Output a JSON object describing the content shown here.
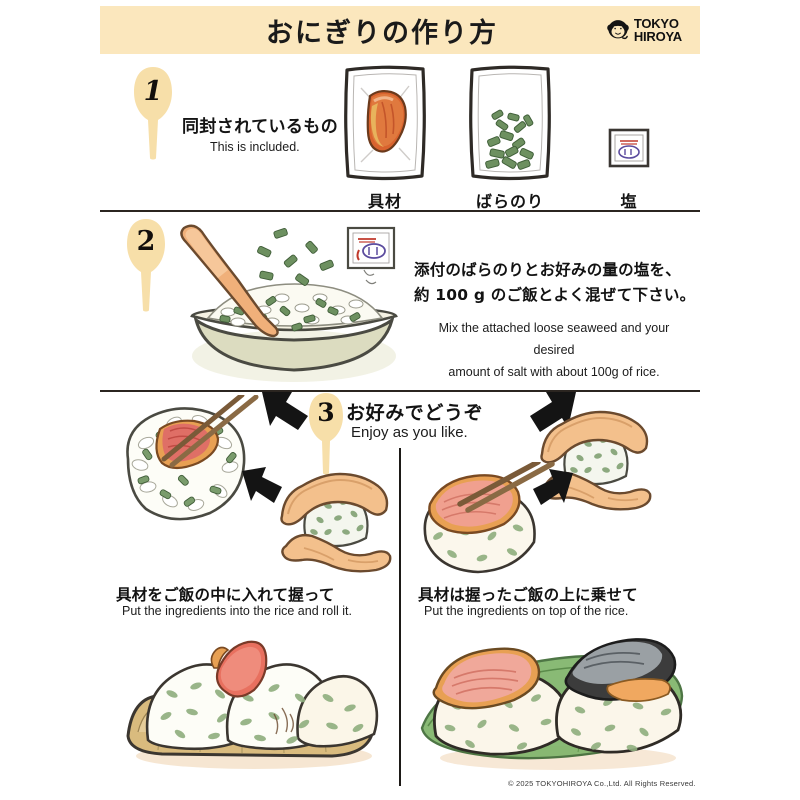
{
  "header": {
    "title": "おにぎりの作り方",
    "logo_line1": "TOKYO",
    "logo_line2": "HIROYA",
    "logo_icon": "monkey-face-icon"
  },
  "steps": [
    {
      "number": "1",
      "jp": "同封されているもの",
      "en": "This is included.",
      "items": [
        {
          "label": "具材",
          "icon": "ingredient-pouch-icon"
        },
        {
          "label": "ばらのり",
          "icon": "seaweed-pouch-icon"
        },
        {
          "label": "塩",
          "icon": "salt-packet-icon"
        }
      ]
    },
    {
      "number": "2",
      "jp_line1": "添付のばらのりとお好みの量の塩を、",
      "jp_line2": "約 100 g のご飯とよく混ぜて下さい。",
      "en_line1": "Mix the attached loose seaweed and your desired",
      "en_line2": "amount of salt with about 100g of rice.",
      "illustration": "rice-bowl-with-paddle-icon"
    },
    {
      "number": "3",
      "jp": "お好みでどうぞ",
      "en": "Enjoy as you like."
    }
  ],
  "panels": [
    {
      "jp": "具材をご飯の中に入れて握って",
      "en": "Put the ingredients into the rice and roll it.",
      "illustration_top": "rice-with-chopsticks-icon",
      "illustration_hands": "hands-shaping-rice-ball-icon",
      "illustration_bottom": "onigiri-on-bamboo-leaf-icon"
    },
    {
      "jp": "具材は握ったご飯の上に乗せて",
      "en": "Put the ingredients on top of the rice.",
      "illustration_hands": "hands-shaping-rice-ball-icon",
      "illustration_top": "rice-ball-topped-with-fish-icon",
      "illustration_bottom": "two-onigiri-on-green-leaf-icon"
    }
  ],
  "footer": {
    "copyright": "© 2025  TOKYOHIROYA  Co.,Ltd.  All Rights Reserved."
  },
  "colors": {
    "header_band": "#fbe7bd",
    "paddle": "#f7dfa9",
    "divider": "#2b2520",
    "arrow": "#141414"
  }
}
